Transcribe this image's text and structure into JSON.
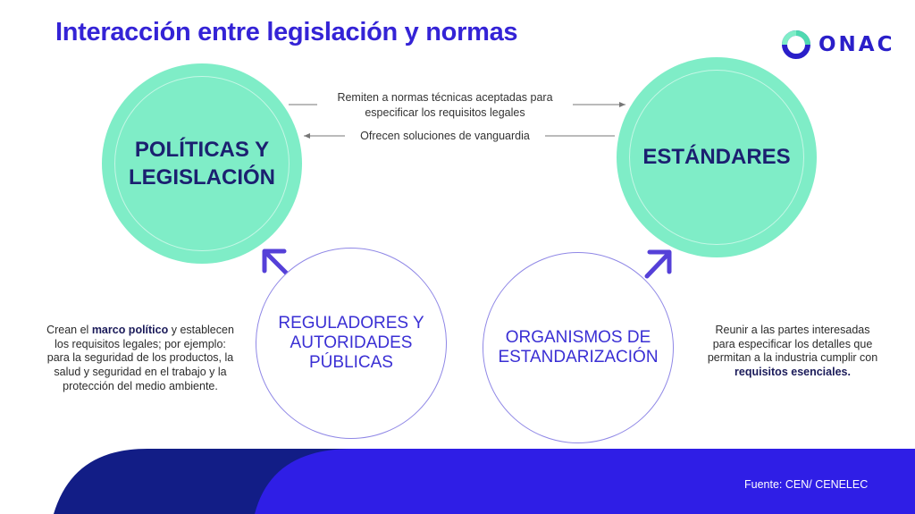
{
  "header": {
    "title": "Interacción entre legislación y normas",
    "logo_text": "ONAC"
  },
  "nodes": {
    "politicas": "POLÍTICAS Y LEGISLACIÓN",
    "politicas_line1": "POLÍTICAS Y",
    "politicas_line2": "LEGISLACIÓN",
    "estandares": "ESTÁNDARES",
    "reguladores_line1": "REGULADORES Y",
    "reguladores_line2": "AUTORIDADES",
    "reguladores_line3": "PÚBLICAS",
    "organismos_line1": "ORGANISMOS DE",
    "organismos_line2": "ESTANDARIZACIÓN"
  },
  "flows": {
    "top_line1": "Remiten a normas técnicas aceptadas para",
    "top_line2": "especificar los requisitos legales",
    "bottom": "Ofrecen soluciones de vanguardia"
  },
  "left_desc": {
    "p1": "Crean el ",
    "b1": "marco político",
    "p2": " y establecen los requisitos legales; por ejemplo:  para la seguridad de los productos, la salud y seguridad en el trabajo y la protección del medio ambiente."
  },
  "right_desc": {
    "p1": "Reunir a las partes interesadas para especificar los detalles que permitan a la industria cumplir con ",
    "b1": "requisitos esenciales."
  },
  "footer": {
    "source": "Fuente: CEN/ CENELEC"
  },
  "colors": {
    "title": "#3423d6",
    "mint": "#7fedc7",
    "navy": "#1b2070",
    "band_dark": "#121d86",
    "band_blue": "#2f1ee6",
    "arrow": "#5540d8"
  }
}
